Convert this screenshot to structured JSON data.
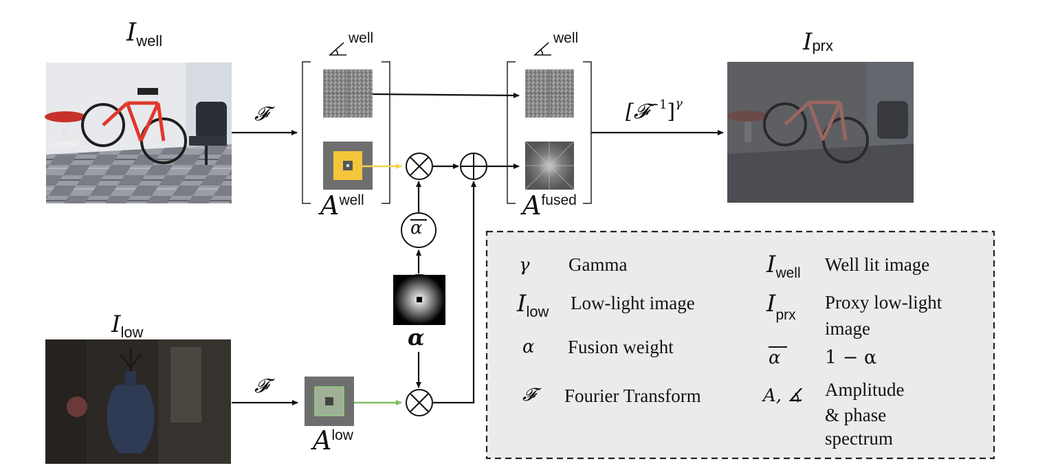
{
  "images": {
    "well": {
      "symbol": "I",
      "subscript": "well"
    },
    "low": {
      "symbol": "I",
      "subscript": "low"
    },
    "proxy": {
      "symbol": "I",
      "subscript": "prx"
    }
  },
  "spectra": {
    "well_group": {
      "phase_sup": "well",
      "amp_symbol": "A",
      "amp_sup": "well"
    },
    "fused_group": {
      "phase_sup": "well",
      "amp_symbol": "A",
      "amp_sup": "fused"
    },
    "low_amp": {
      "symbol": "A",
      "sup": "low"
    }
  },
  "operators": {
    "fourier_top": "𝓕",
    "fourier_bottom": "𝓕",
    "inverse": "[𝓕",
    "inverse_sup": "−1",
    "inverse_close": "]",
    "inverse_gamma": "γ",
    "alpha_bar": "α",
    "alpha": "α",
    "multiply": "⊗",
    "add": "⊕"
  },
  "legend": {
    "left": [
      {
        "symbol": "γ",
        "label": "Gamma"
      },
      {
        "symbol": "I",
        "sub": "low",
        "label": "Low-light image"
      },
      {
        "symbol": "α",
        "label": "Fusion weight"
      },
      {
        "symbol": "𝓕",
        "label": "Fourier Transform"
      }
    ],
    "right": [
      {
        "symbol": "I",
        "sub": "well",
        "label": "Well lit image"
      },
      {
        "symbol": "I",
        "sub": "prx",
        "label_lines": [
          "Proxy low-light",
          "image"
        ]
      },
      {
        "symbol": "α",
        "overbar": true,
        "label": "1 − α"
      },
      {
        "symbol": "A, ∡",
        "label_lines": [
          "Amplitude",
          "& phase",
          "spectrum"
        ]
      }
    ]
  },
  "colors": {
    "yellow_arrow": "#f5d24a",
    "green_arrow": "#7fbf60",
    "yellow_square": "#f3c63b",
    "green_square": "#c9e8b8",
    "legend_bg": "#ebebeb"
  }
}
